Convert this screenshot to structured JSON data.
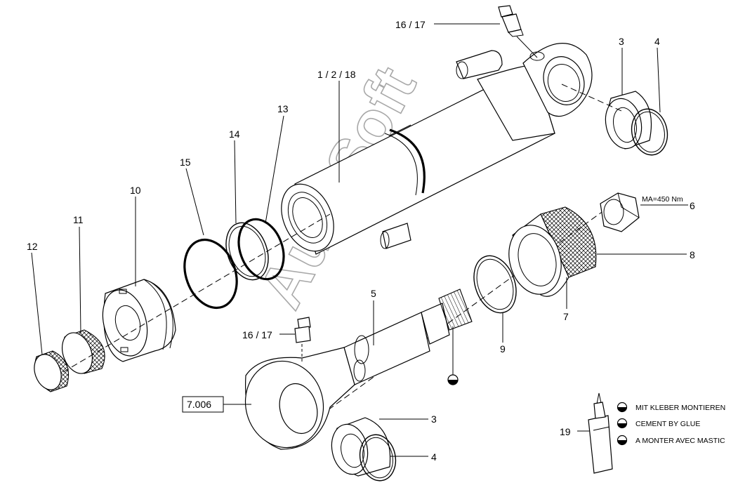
{
  "callouts": {
    "c1617_top": "16 / 17",
    "c1218": "1 / 2 / 18",
    "c3_top": "3",
    "c4_top": "4",
    "c13": "13",
    "c14": "14",
    "c15": "15",
    "c10": "10",
    "c11": "11",
    "c12": "12",
    "c6": "6",
    "c8": "8",
    "c7": "7",
    "c9": "9",
    "c5": "5",
    "c1617_mid": "16 / 17",
    "c3_bot": "3",
    "c4_bot": "4",
    "c19": "19",
    "ref_box": "7.006",
    "torque": "MA=450 Nm"
  },
  "legend": {
    "items": [
      "MIT KLEBER MONTIEREN",
      "CEMENT BY GLUE",
      "A MONTER AVEC MASTIC"
    ]
  },
  "watermark": "AutoSoft",
  "colors": {
    "ink": "#000000",
    "watermark": "#9a9a9a",
    "background": "#ffffff"
  }
}
